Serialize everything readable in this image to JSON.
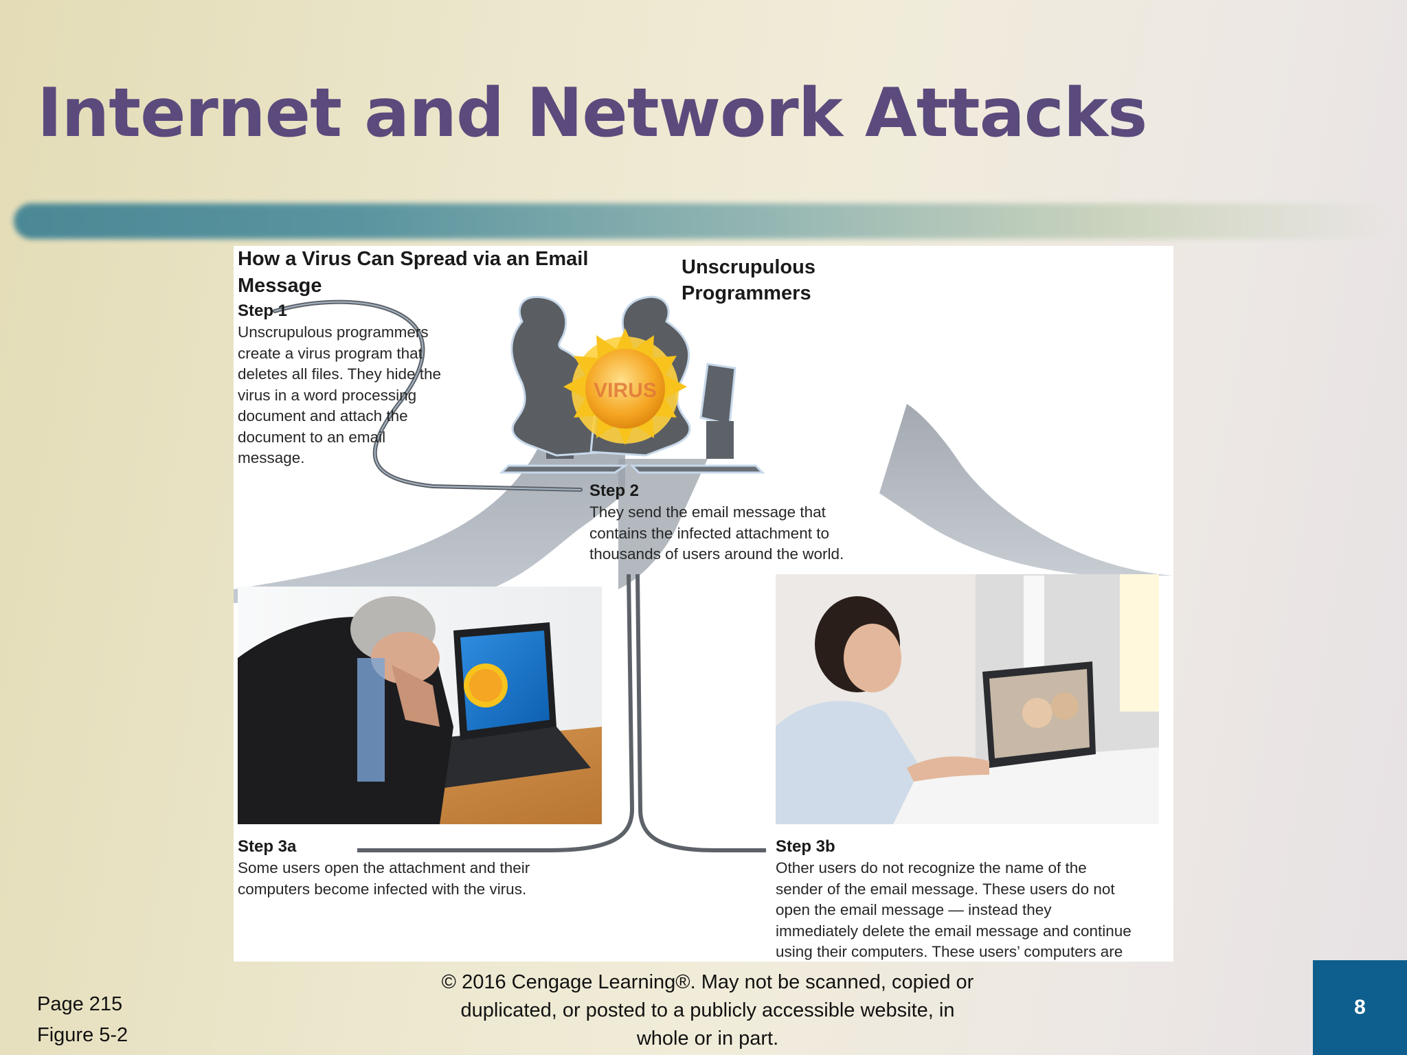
{
  "slide": {
    "title": "Internet and Network Attacks",
    "page_ref": "Page 215",
    "figure_ref": "Figure 5-2",
    "copyright": "© 2016 Cengage Learning®. May not be scanned, copied or duplicated, or posted to a publicly accessible website, in whole or in part.",
    "slide_number": "8"
  },
  "figure": {
    "title": "How a Virus Can Spread via an Email Message",
    "programmers_label": "Unscrupulous Programmers",
    "virus_text": "VIRUS",
    "steps": {
      "step1": {
        "heading": "Step 1",
        "body": "Unscrupulous programmers create a virus program that deletes all files. They hide the virus in a word processing document and attach the document to an email message."
      },
      "step2": {
        "heading": "Step 2",
        "body": "They send the email message that contains the infected attachment to thousands of users around the world."
      },
      "step3a": {
        "heading": "Step 3a",
        "body": "Some users open the attachment and their computers become infected with the virus."
      },
      "step3b": {
        "heading": "Step 3b",
        "body": "Other users do not recognize the name of the sender of the email message. These users do not open the email message — instead they immediately delete the email message and continue using their computers. These users’ computers are not infected with the virus."
      }
    }
  },
  "colors": {
    "title": "#5b4a7c",
    "slide_number_box": "#0e5f8e",
    "accent_bar": "#3a7f92"
  }
}
